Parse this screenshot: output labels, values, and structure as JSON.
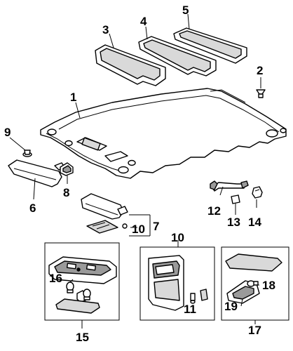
{
  "callouts": [
    {
      "id": "1",
      "text": "1"
    },
    {
      "id": "2",
      "text": "2"
    },
    {
      "id": "3",
      "text": "3"
    },
    {
      "id": "4",
      "text": "4"
    },
    {
      "id": "5",
      "text": "5"
    },
    {
      "id": "6",
      "text": "6"
    },
    {
      "id": "7",
      "text": "7"
    },
    {
      "id": "8",
      "text": "8"
    },
    {
      "id": "9",
      "text": "9"
    },
    {
      "id": "10a",
      "text": "10"
    },
    {
      "id": "10b",
      "text": "10"
    },
    {
      "id": "11",
      "text": "11"
    },
    {
      "id": "12",
      "text": "12"
    },
    {
      "id": "13",
      "text": "13"
    },
    {
      "id": "14",
      "text": "14"
    },
    {
      "id": "15",
      "text": "15"
    },
    {
      "id": "16",
      "text": "16"
    },
    {
      "id": "17",
      "text": "17"
    },
    {
      "id": "18",
      "text": "18"
    },
    {
      "id": "19",
      "text": "19"
    }
  ]
}
